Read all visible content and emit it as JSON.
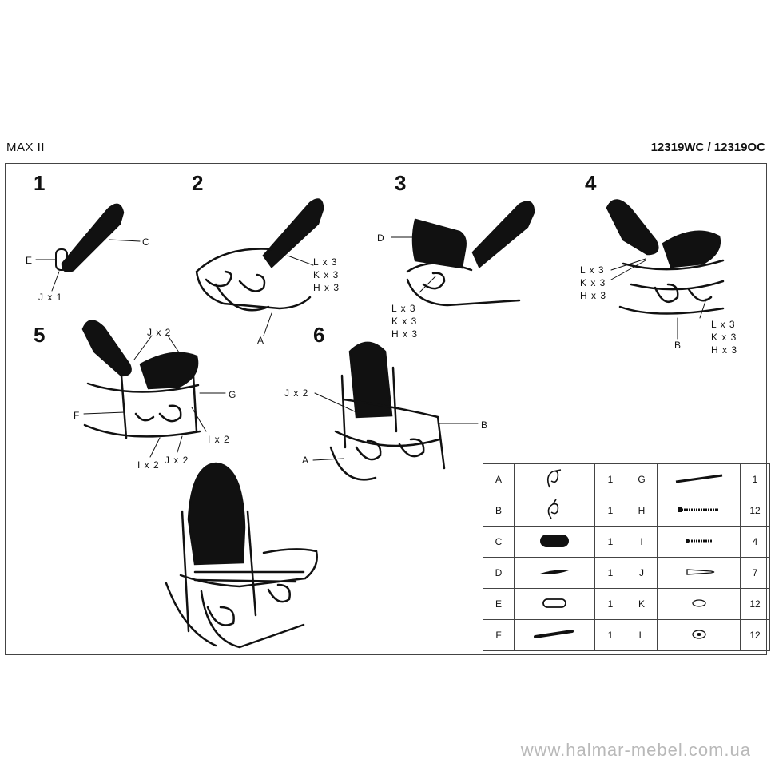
{
  "header": {
    "model": "MAX II",
    "codes": "12319WC / 12319OC"
  },
  "steps": [
    "1",
    "2",
    "3",
    "4",
    "5",
    "6"
  ],
  "labels": {
    "s1_c": "C",
    "s1_e": "E",
    "s1_j": "J x 1",
    "s2_lkh": "L x 3\nK x 3\nH x 3",
    "s2_a": "A",
    "s3_d": "D",
    "s3_lkh": "L x 3\nK x 3\nH x 3",
    "s4_lkh1": "L x 3\nK x 3\nH x 3",
    "s4_lkh2": "L x 3\nK x 3\nH x 3",
    "s4_b": "B",
    "s5_j_top": "J x 2",
    "s5_g": "G",
    "s5_f": "F",
    "s5_i_right": "I x 2",
    "s5_i_bottom": "I x 2",
    "s5_j_bottom": "J x 2",
    "s6_j": "J x 2",
    "s6_b": "B",
    "s6_a": "A"
  },
  "parts_table": {
    "rows": [
      {
        "left": {
          "id": "A",
          "icon": "frame-part-a",
          "qty": "1"
        },
        "right": {
          "id": "G",
          "icon": "rod",
          "qty": "1"
        }
      },
      {
        "left": {
          "id": "B",
          "icon": "frame-part-b",
          "qty": "1"
        },
        "right": {
          "id": "H",
          "icon": "long-screw",
          "qty": "12"
        }
      },
      {
        "left": {
          "id": "C",
          "icon": "cushion",
          "qty": "1"
        },
        "right": {
          "id": "I",
          "icon": "short-screw",
          "qty": "4"
        }
      },
      {
        "left": {
          "id": "D",
          "icon": "seat-panel",
          "qty": "1"
        },
        "right": {
          "id": "J",
          "icon": "wood-screw",
          "qty": "7"
        }
      },
      {
        "left": {
          "id": "E",
          "icon": "oval-ring",
          "qty": "1"
        },
        "right": {
          "id": "K",
          "icon": "washer",
          "qty": "12"
        }
      },
      {
        "left": {
          "id": "F",
          "icon": "dowel",
          "qty": "1"
        },
        "right": {
          "id": "L",
          "icon": "flat-washer",
          "qty": "12"
        }
      }
    ]
  },
  "footer": "www.halmar-mebel.com.ua"
}
